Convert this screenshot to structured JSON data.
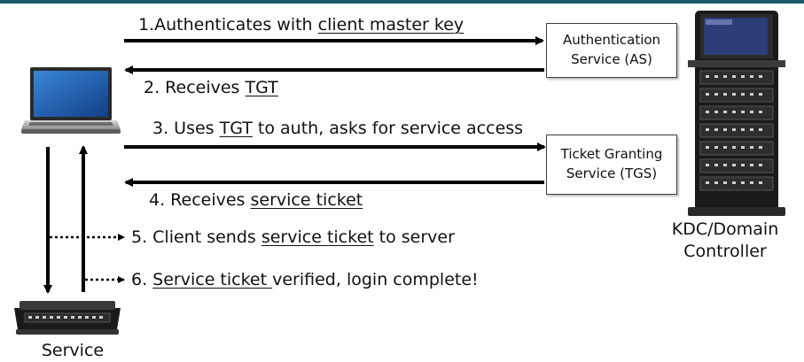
{
  "colors": {
    "top_rule": "#1f5a73",
    "arrow": "#000000",
    "text": "#111111",
    "server_dark": "#1a1a1a",
    "server_screen": "#2c3d78",
    "laptop_screen": "#1c5fb0"
  },
  "steps": {
    "s1": {
      "pre": "1.Authenticates with ",
      "link": "client master key",
      "post": ""
    },
    "s2": {
      "pre": "2. Receives ",
      "link": "TGT",
      "post": ""
    },
    "s3": {
      "pre": "3. Uses ",
      "link": "TGT",
      "post": " to auth, asks for service access"
    },
    "s4": {
      "pre": "4. Receives ",
      "link": "service ticket",
      "post": ""
    },
    "s5": {
      "pre": "5. Client sends ",
      "link": "service ticket",
      "post": " to server"
    },
    "s6": {
      "pre": "6. ",
      "link": "Service ticket ",
      "post": "verified, login complete!"
    }
  },
  "boxes": {
    "as": {
      "line1": "Authentication",
      "line2": "Service (AS)"
    },
    "tgs": {
      "line1": "Ticket Granting",
      "line2": "Service (TGS)"
    }
  },
  "labels": {
    "kdc_line1": "KDC/Domain",
    "kdc_line2": "Controller",
    "service": "Service"
  },
  "icons": {
    "laptop": "laptop-icon",
    "kdc_server": "server-tower-icon",
    "service_device": "network-switch-icon"
  }
}
